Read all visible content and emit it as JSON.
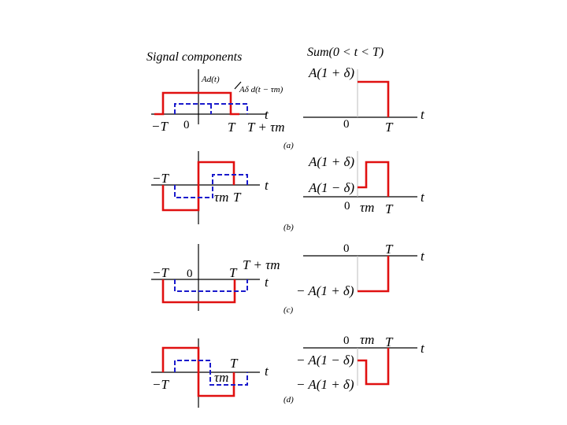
{
  "titles": {
    "left": "Signal components",
    "right": "Sum(0 < t < T)"
  },
  "panel_a": {
    "label": "(a)",
    "left": {
      "ad": "Ad(t)",
      "adshift": "Aδ d(t − τm)",
      "t": "t",
      "neg_t": "−T",
      "zero": "0",
      "big_t": "T",
      "t_plus_tau": "T + τm"
    },
    "right": {
      "level": "A(1 + δ)",
      "zero": "0",
      "big_t": "T",
      "t": "t"
    }
  },
  "panel_b": {
    "label": "(b)",
    "left": {
      "neg_t": "−T",
      "t": "t",
      "tau": "τm",
      "big_t": "T"
    },
    "right": {
      "level_hi": "A(1 + δ)",
      "level_lo": "A(1 − δ)",
      "zero": "0",
      "tau": "τm",
      "big_t": "T",
      "t": "t"
    }
  },
  "panel_c": {
    "label": "(c)",
    "left": {
      "neg_t": "−T",
      "zero": "0",
      "big_t": "T",
      "t_plus_tau": "T + τm",
      "t": "t"
    },
    "right": {
      "zero": "0",
      "big_t": "T",
      "t": "t",
      "level": "− A(1 + δ)"
    }
  },
  "panel_d": {
    "label": "(d)",
    "left": {
      "big_t": "T",
      "t": "t",
      "neg_t": "−T",
      "tau": "τm"
    },
    "right": {
      "zero": "0",
      "tau": "τm",
      "big_t": "T",
      "t": "t",
      "level_lo": "− A(1 − δ)",
      "level_hi": "− A(1 + δ)"
    }
  }
}
